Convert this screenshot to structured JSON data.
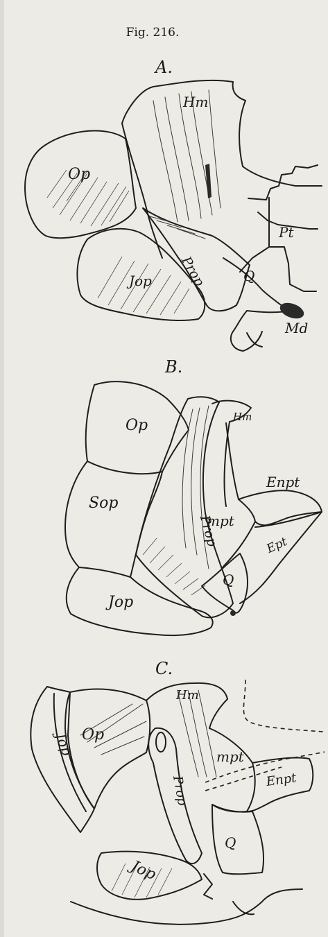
{
  "figure": {
    "title": "Fig. 216.",
    "panels": [
      {
        "id": "A",
        "letter": "A.",
        "labels": {
          "hm": "Hm",
          "op": "Op",
          "pt": "Pt",
          "prop": "Prop.",
          "q": "Q",
          "jop": "Jop",
          "md": "Md"
        }
      },
      {
        "id": "B",
        "letter": "B.",
        "labels": {
          "op": "Op",
          "hm": "Hm",
          "sop": "Sop",
          "enpt": "Enpt",
          "prop": "Prop",
          "mpt": "mpt",
          "ept": "Ept",
          "q": "Q",
          "jop": "Jop"
        }
      },
      {
        "id": "C",
        "letter": "C.",
        "labels": {
          "hm": "Hm",
          "op": "Op",
          "jop_top": "Jop",
          "mpt": "mpt",
          "prop": "Prop",
          "enpt": "Enpt",
          "q": "Q",
          "jop_bottom": "Jop"
        }
      }
    ]
  }
}
